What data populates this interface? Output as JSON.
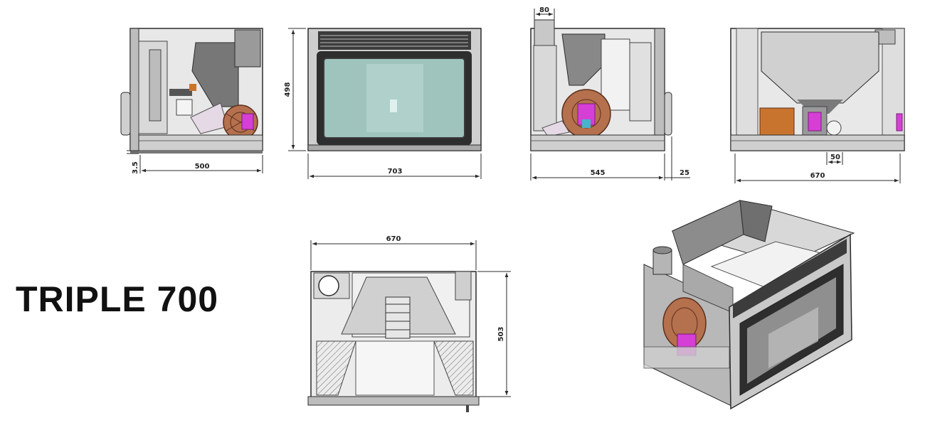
{
  "product": {
    "title": "TRIPLE 700"
  },
  "dimensions": {
    "side_left": {
      "depth": "500",
      "foot_offset": "3.5"
    },
    "front": {
      "width": "703",
      "height": "498"
    },
    "side_right": {
      "flue_diameter": "80",
      "depth": "545",
      "handle_offset": "25"
    },
    "rear": {
      "width": "670",
      "outlet_offset": "50"
    },
    "top": {
      "width": "670",
      "depth": "503"
    }
  },
  "colors": {
    "line": "#2b2b2b",
    "steel_light": "#d6d6d6",
    "steel_mid": "#a8a8a8",
    "steel_dark": "#6e6e6e",
    "glass": "#9fc3bd",
    "fan_copper": "#b5704e",
    "motor_magenta": "#d63fd6",
    "auger_orange": "#c9742e"
  }
}
